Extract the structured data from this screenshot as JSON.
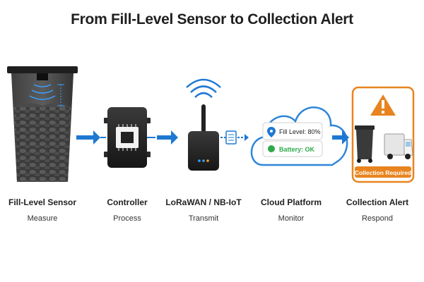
{
  "title": "From Fill-Level Sensor to Collection Alert",
  "stages": [
    {
      "name": "Fill-Level Sensor",
      "action": "Measure"
    },
    {
      "name": "Controller",
      "action": "Process"
    },
    {
      "name": "LoRaWAN / NB-IoT",
      "action": "Transmit"
    },
    {
      "name": "Cloud Platform",
      "action": "Monitor"
    },
    {
      "name": "Collection Alert",
      "action": "Respond"
    }
  ],
  "cloud": {
    "fill_level": "Fill Level: 80%",
    "battery": "Battery: OK"
  },
  "alert": {
    "badge": "Collection Required"
  },
  "colors": {
    "arrow": "#1e78d2",
    "cloud_stroke": "#2f86d8",
    "alert_orange": "#e8841f",
    "ok_green": "#2eaa4a"
  }
}
